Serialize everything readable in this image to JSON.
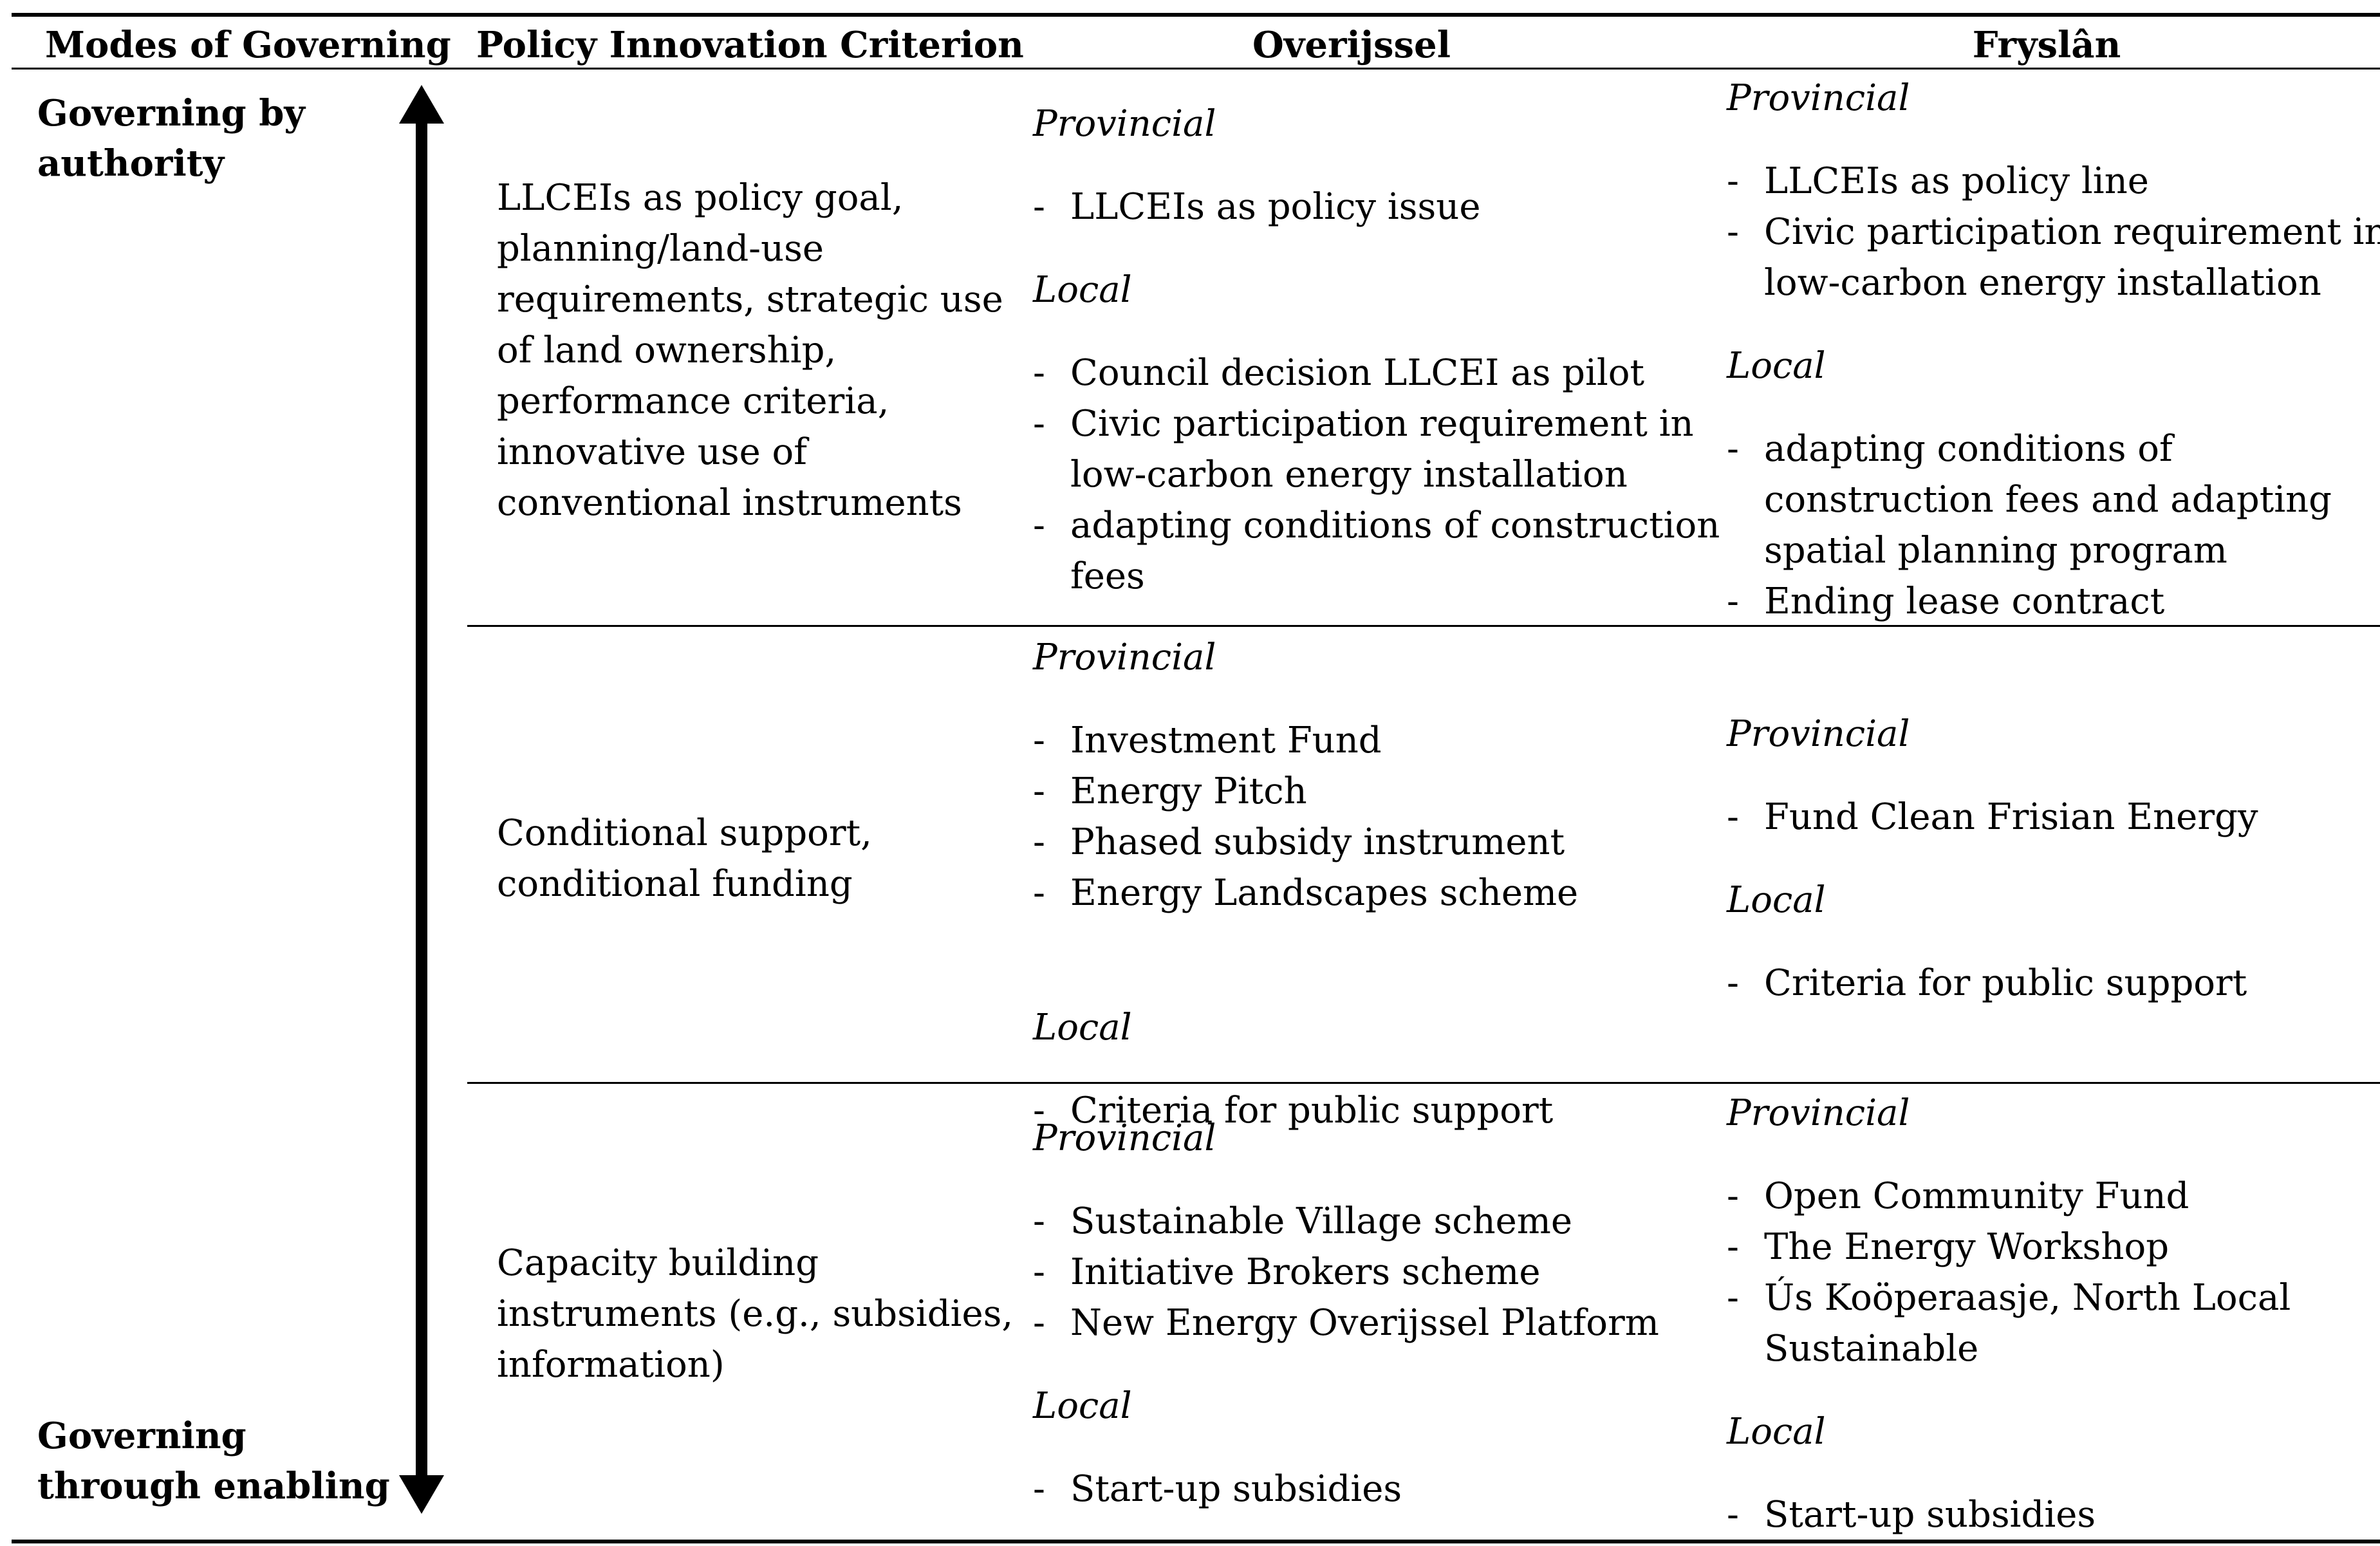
{
  "header": {
    "modes": "Modes of Governing",
    "criterion": "Policy Innovation Criterion",
    "overijssel": "Overijssel",
    "fryslan": "Fryslân"
  },
  "modes": {
    "top": [
      "Governing by",
      "authority"
    ],
    "bottom": [
      "Governing",
      "through enabling"
    ]
  },
  "rows": [
    {
      "criterion": [
        "LLCEIs as policy goal,",
        "planning/land-use",
        "requirements, strategic use",
        "of land ownership,",
        "performance criteria,",
        "innovative use of",
        "conventional instruments"
      ],
      "overijssel": {
        "provincial_label": "Provincial",
        "provincial": [
          [
            "LLCEIs as policy issue"
          ]
        ],
        "local_label": "Local",
        "local": [
          [
            "Council decision LLCEI as pilot"
          ],
          [
            "Civic participation requirement in",
            "low-carbon energy installation"
          ],
          [
            "adapting conditions of construction",
            "fees"
          ]
        ]
      },
      "fryslan": {
        "provincial_label": "Provincial",
        "provincial": [
          [
            "LLCEIs as policy line"
          ],
          [
            "Civic participation requirement in",
            "low-carbon energy installation"
          ]
        ],
        "local_label": "Local",
        "local": [
          [
            "adapting conditions of",
            "construction fees and adapting",
            "spatial planning program"
          ],
          [
            "Ending lease contract"
          ]
        ]
      }
    },
    {
      "criterion": [
        "Conditional support,",
        "conditional funding"
      ],
      "overijssel": {
        "provincial_label": "Provincial",
        "provincial": [
          [
            "Investment Fund"
          ],
          [
            "Energy Pitch"
          ],
          [
            "Phased subsidy instrument"
          ],
          [
            "Energy Landscapes scheme"
          ]
        ],
        "local_label": "Local",
        "local": [
          [
            "Criteria for public support"
          ]
        ]
      },
      "fryslan": {
        "provincial_label": "Provincial",
        "provincial": [
          [
            "Fund Clean Frisian Energy"
          ]
        ],
        "local_label": "Local",
        "local": [
          [
            "Criteria for public support"
          ]
        ]
      }
    },
    {
      "criterion": [
        "Capacity building",
        "instruments (e.g., subsidies,",
        "information)"
      ],
      "overijssel": {
        "provincial_label": "Provincial",
        "provincial": [
          [
            "Sustainable Village scheme"
          ],
          [
            "Initiative Brokers scheme"
          ],
          [
            "New Energy Overijssel Platform"
          ]
        ],
        "local_label": "Local",
        "local": [
          [
            "Start-up subsidies"
          ]
        ]
      },
      "fryslan": {
        "provincial_label": "Provincial",
        "provincial": [
          [
            "Open Community Fund"
          ],
          [
            "The Energy Workshop"
          ],
          [
            "Ús Koöperaasje, North Local",
            "Sustainable"
          ]
        ],
        "local_label": "Local",
        "local": [
          [
            "Start-up subsidies"
          ]
        ]
      }
    }
  ]
}
